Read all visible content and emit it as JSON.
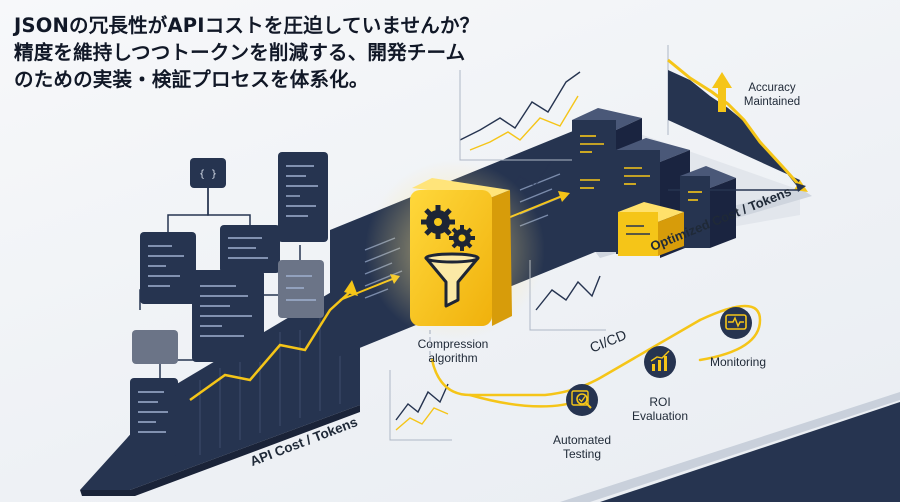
{
  "headline": {
    "line1": "JSONの冗長性がAPIコストを圧迫していませんか？",
    "line2": "精度を維持しつつトークンを削減する、開発チーム",
    "line3": "のための実装・検証プロセスを体系化。"
  },
  "labels": {
    "compression": "Compression\nalgorithm",
    "accuracy": "Accuracy\nMaintained",
    "optimized": "Optimized Cost / Tokens",
    "api_cost": "API Cost / Tokens",
    "cicd": "CI/CD",
    "monitoring": "Monitoring",
    "roi": "ROI\nEvaluation",
    "testing": "Automated\nTesting"
  },
  "json_glyph": "{ }",
  "colors": {
    "navy": "#263450",
    "navy_dark": "#1c2840",
    "yellow": "#f5c518",
    "yellow_dark": "#e3a90c",
    "gray_block": "#6b7487",
    "line": "#22314d"
  },
  "icons": [
    "gears-icon",
    "funnel-icon",
    "monitor-pulse-icon",
    "bar-chart-icon",
    "magnifier-check-icon",
    "up-arrow-icon"
  ]
}
